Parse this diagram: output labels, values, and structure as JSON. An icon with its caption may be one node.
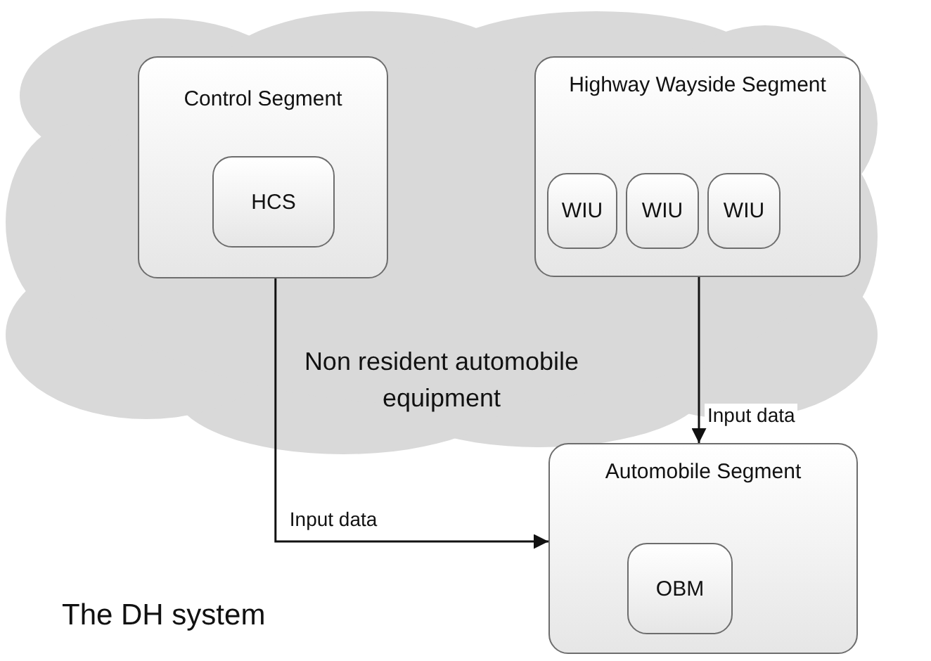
{
  "diagram": {
    "caption": "The DH system",
    "nodes": [
      {
        "text": [
          "Non resident automobile equipment"
        ]
      },
      {
        "text": [
          "Control Segment"
        ],
        "in": 0
      },
      {
        "text": [
          "HCS"
        ],
        "in": 1
      },
      {
        "text": [
          "Highway Wayside Segment"
        ],
        "in": 0
      },
      {
        "text": [
          "WIU"
        ],
        "in": 3
      },
      {
        "text": [
          "WIU"
        ],
        "in": 3
      },
      {
        "text": [
          "WIU"
        ],
        "in": 3
      },
      {
        "text": [
          "Automobile Segment"
        ]
      },
      {
        "text": [
          "OBM"
        ],
        "in": 7
      }
    ],
    "edges": [
      {
        "from": 1,
        "to": 7,
        "arrow": "to",
        "label": "Input data"
      },
      {
        "from": 3,
        "to": 7,
        "arrow": "to",
        "label": "Input data"
      }
    ]
  }
}
